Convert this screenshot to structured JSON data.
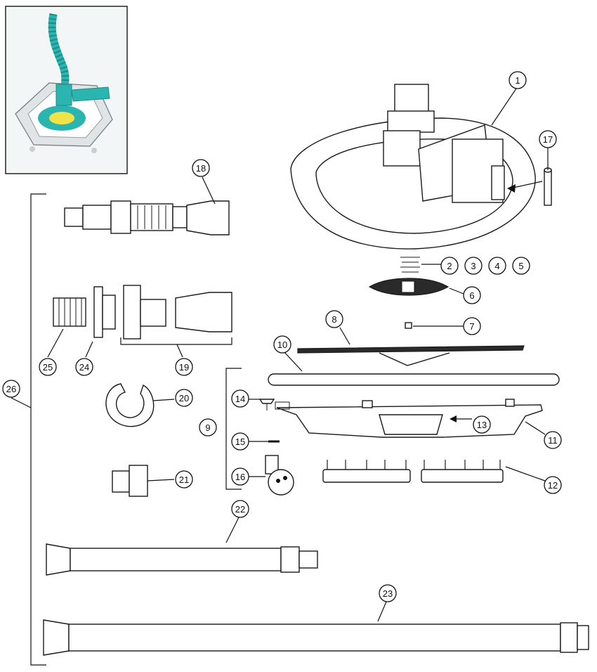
{
  "callouts": [
    {
      "id": "1",
      "label": "1"
    },
    {
      "id": "2",
      "label": "2"
    },
    {
      "id": "3",
      "label": "3"
    },
    {
      "id": "4",
      "label": "4"
    },
    {
      "id": "5",
      "label": "5"
    },
    {
      "id": "6",
      "label": "6"
    },
    {
      "id": "7",
      "label": "7"
    },
    {
      "id": "8",
      "label": "8"
    },
    {
      "id": "9",
      "label": "9"
    },
    {
      "id": "10",
      "label": "10"
    },
    {
      "id": "11",
      "label": "11"
    },
    {
      "id": "12",
      "label": "12"
    },
    {
      "id": "13",
      "label": "13"
    },
    {
      "id": "14",
      "label": "14"
    },
    {
      "id": "15",
      "label": "15"
    },
    {
      "id": "16",
      "label": "16"
    },
    {
      "id": "17",
      "label": "17"
    },
    {
      "id": "18",
      "label": "18"
    },
    {
      "id": "19",
      "label": "19"
    },
    {
      "id": "20",
      "label": "20"
    },
    {
      "id": "21",
      "label": "21"
    },
    {
      "id": "22",
      "label": "22"
    },
    {
      "id": "23",
      "label": "23"
    },
    {
      "id": "24",
      "label": "24"
    },
    {
      "id": "25",
      "label": "25"
    },
    {
      "id": "26",
      "label": "26"
    }
  ],
  "photo": {
    "icon": "pool-cleaner-photo",
    "accent": "#2ab5b0"
  },
  "colors": {
    "line": "#111111",
    "background": "#ffffff"
  }
}
